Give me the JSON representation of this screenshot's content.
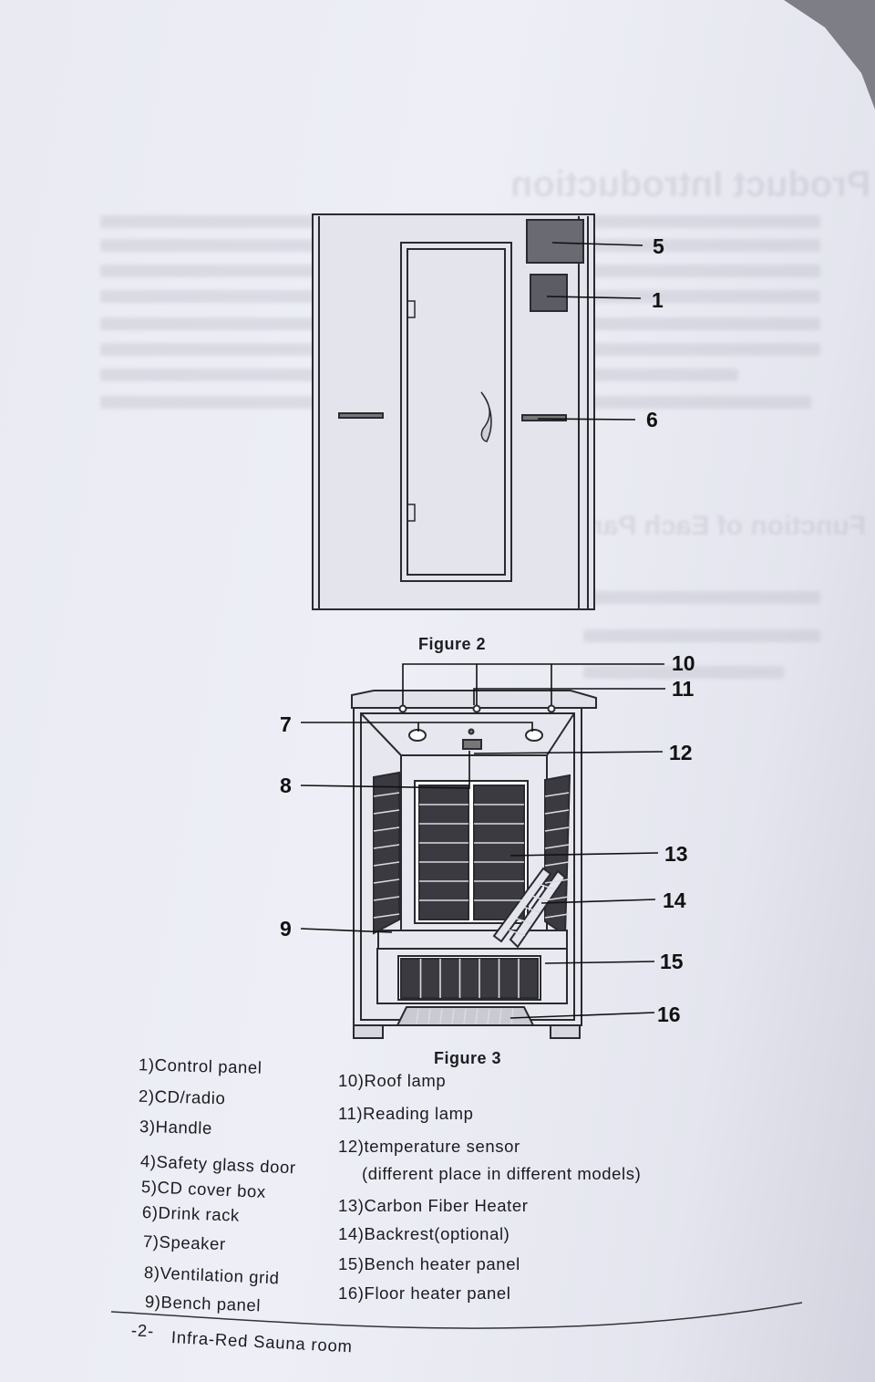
{
  "figure2": {
    "caption": "Figure 2",
    "callouts": [
      "5",
      "1",
      "6"
    ]
  },
  "figure3": {
    "caption": "Figure 3",
    "callouts": [
      "10",
      "11",
      "7",
      "12",
      "8",
      "13",
      "14",
      "9",
      "15",
      "16"
    ]
  },
  "legend": {
    "left": [
      "1)Control panel",
      "2)CD/radio",
      "3)Handle",
      "4)Safety glass door",
      "5)CD cover box",
      "6)Drink rack",
      "7)Speaker",
      "8)Ventilation grid",
      "9)Bench panel"
    ],
    "right": [
      "10)Roof lamp",
      "11)Reading lamp",
      "12)temperature sensor",
      "(different place in different models)",
      "13)Carbon Fiber Heater",
      "14)Backrest(optional)",
      "15)Bench heater panel",
      "16)Floor heater panel"
    ]
  },
  "footer": {
    "page_number": "-2-",
    "title": "Infra-Red Sauna room"
  }
}
